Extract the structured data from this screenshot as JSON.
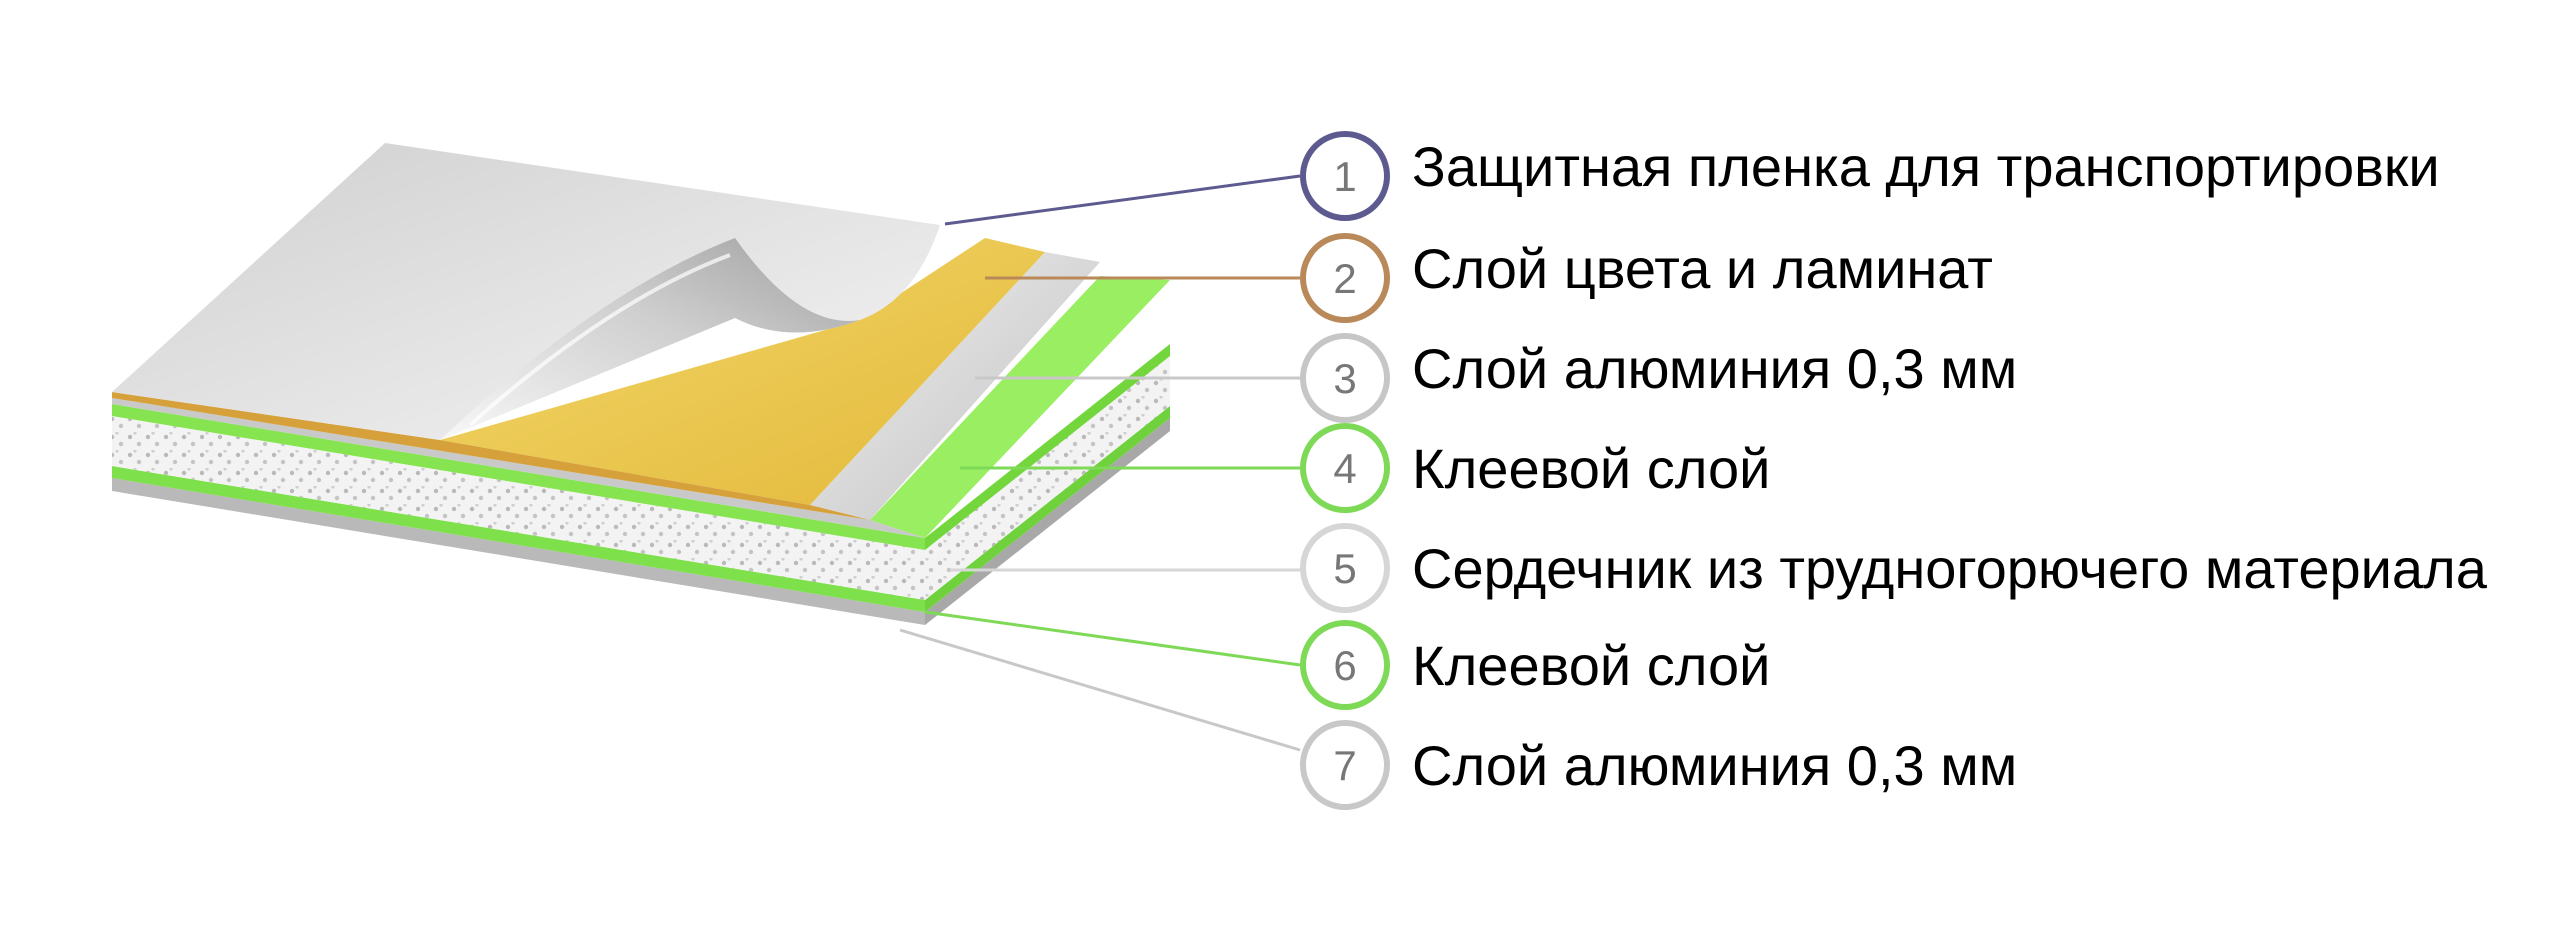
{
  "layers": [
    {
      "number": "1",
      "label": "Защитная пленка для транспортировки",
      "ring_color": "#5c5a8e"
    },
    {
      "number": "2",
      "label": "Слой цвета и ламинат",
      "ring_color": "#b9895a"
    },
    {
      "number": "3",
      "label": "Слой алюминия 0,3 мм",
      "ring_color": "#c6c6c6"
    },
    {
      "number": "4",
      "label": "Клеевой слой",
      "ring_color": "#7ed957"
    },
    {
      "number": "5",
      "label": "Сердечник из трудногорючего материала",
      "ring_color": "#d6d6d6"
    },
    {
      "number": "6",
      "label": "Клеевой слой",
      "ring_color": "#7ed957"
    },
    {
      "number": "7",
      "label": "Слой алюминия 0,3 мм",
      "ring_color": "#c8c8c8"
    }
  ]
}
